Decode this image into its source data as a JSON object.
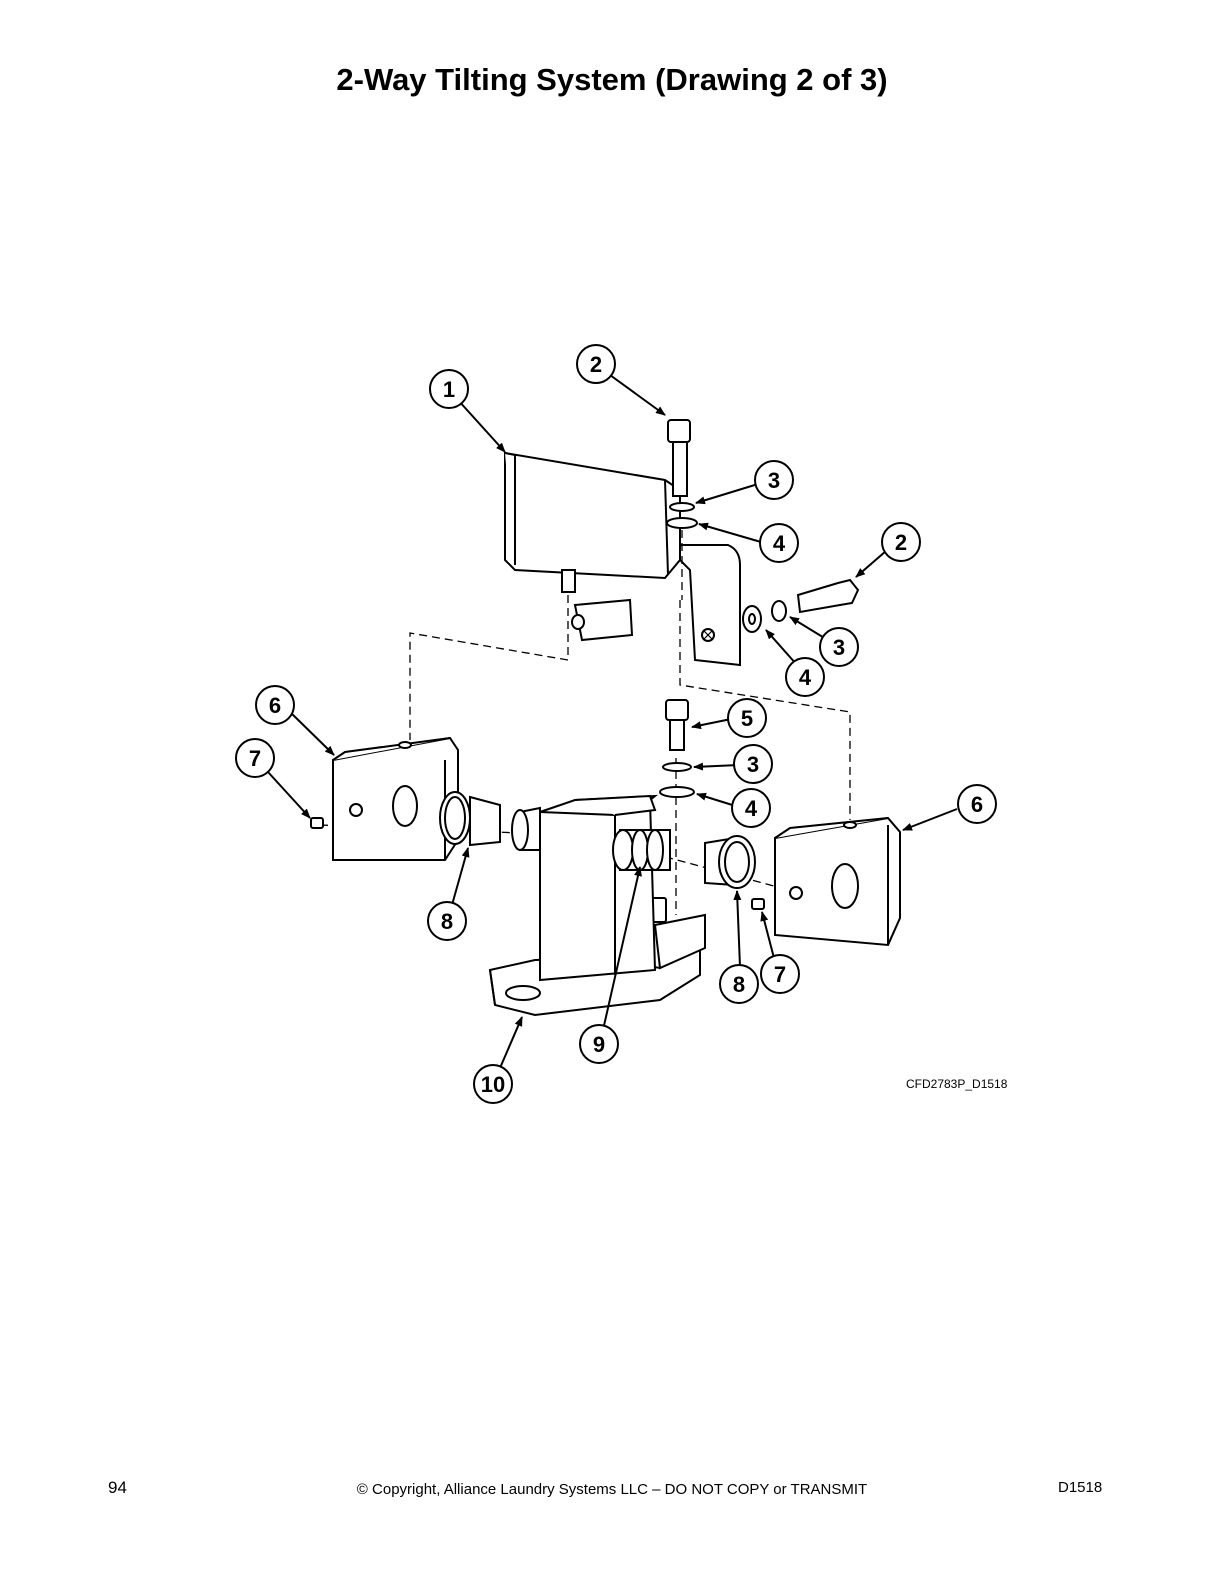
{
  "title": "2-Way Tilting System (Drawing 2 of 3)",
  "callouts": {
    "c1": "1",
    "c2a": "2",
    "c2b": "2",
    "c3a": "3",
    "c3b": "3",
    "c3c": "3",
    "c4a": "4",
    "c4b": "4",
    "c4c": "4",
    "c5": "5",
    "c6a": "6",
    "c6b": "6",
    "c7a": "7",
    "c7b": "7",
    "c8a": "8",
    "c8b": "8",
    "c9": "9",
    "c10": "10"
  },
  "figure_code": "CFD2783P_D1518",
  "footer": {
    "page_number": "94",
    "copyright": "© Copyright, Alliance Laundry Systems LLC – DO NOT COPY or TRANSMIT",
    "doc_code": "D1518"
  }
}
